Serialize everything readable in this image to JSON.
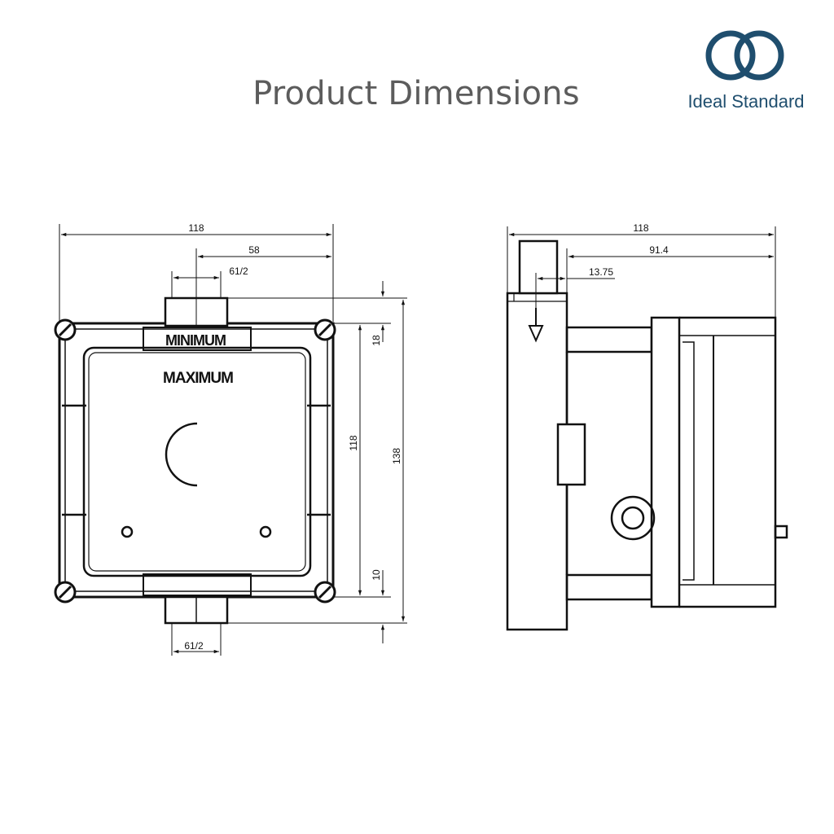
{
  "header": {
    "title": "Product Dimensions",
    "brand": "Ideal Standard"
  },
  "front_view": {
    "width_overall": "118",
    "offset_center": "58",
    "pipe_top": "61/2",
    "height_inner": "118",
    "height_overall": "138",
    "top_offset": "18",
    "bottom_offset": "10",
    "pipe_bottom": "61/2",
    "label_minimum": "MINIMUM",
    "label_maximum": "MAXIMUM"
  },
  "side_view": {
    "width_overall": "118",
    "depth": "91.4",
    "offset_small": "13.75"
  },
  "colors": {
    "line": "#111111",
    "title": "#5c5c5c",
    "brand": "#1f4e6e"
  },
  "icons": [
    "ideal-standard-logo-icon",
    "screw-icon",
    "flow-arrow-icon"
  ]
}
